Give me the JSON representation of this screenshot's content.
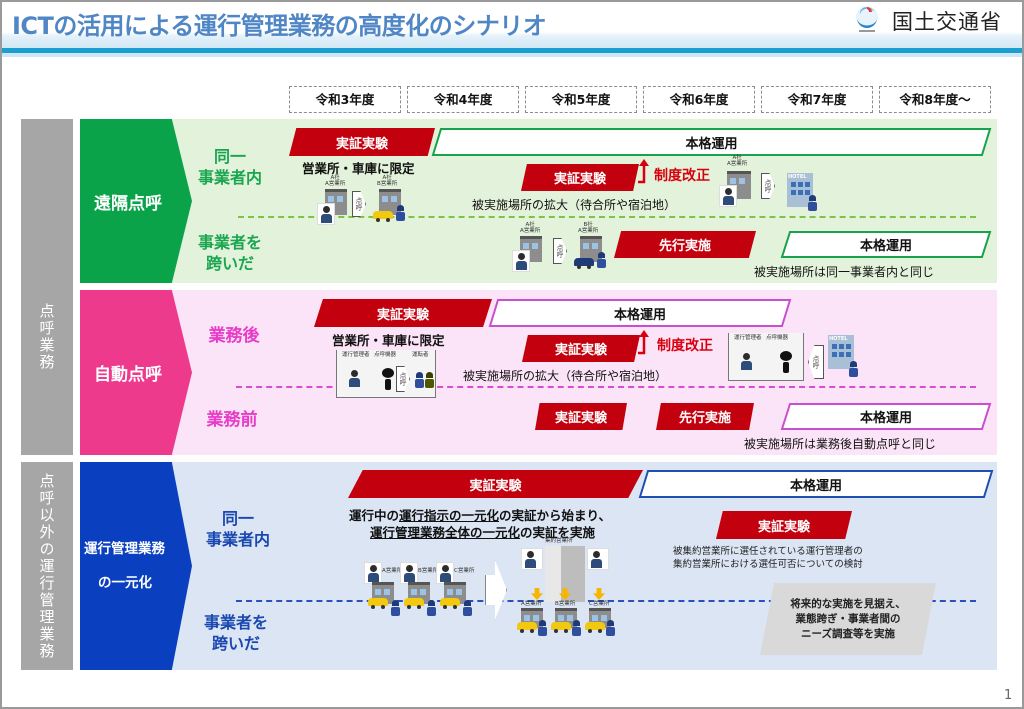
{
  "header": {
    "title": "ICTの活用による運行管理業務の高度化のシナリオ",
    "ministry": "国土交通省",
    "logo_icon": "mlit-logo-icon"
  },
  "years": [
    "令和3年度",
    "令和4年度",
    "令和5年度",
    "令和6年度",
    "令和7年度",
    "令和8年度～"
  ],
  "categories": {
    "tenko": "点呼業務",
    "other_a": "点呼以外の",
    "other_b": "運行管理業務"
  },
  "remote": {
    "label": "遠隔点呼",
    "color": "#0aa34a",
    "sub_same": "同一\n事業者内",
    "sub_same_l1": "同一",
    "sub_same_l2": "事業者内",
    "sub_cross_l1": "事業者を",
    "sub_cross_l2": "跨いだ",
    "same": {
      "trial_tag": "実証実験",
      "trial_note": "営業所・車庫に限定",
      "full_tag": "本格運用",
      "trial2_tag": "実証実験",
      "reform": "制度改正",
      "trial2_note": "被実施場所の拡大（待合所や宿泊地）",
      "ill1": {
        "from_l1": "A社",
        "from_l2": "A営業所",
        "to_l1": "A社",
        "to_l2": "B営業所",
        "arrow": "点呼"
      },
      "ill2": {
        "from_l1": "A社",
        "from_l2": "A営業所",
        "arrow": "点呼",
        "to": "HOTEL"
      }
    },
    "cross": {
      "ill": {
        "from_l1": "A社",
        "from_l2": "A営業所",
        "to_l1": "B社",
        "to_l2": "A営業所",
        "arrow": "点呼"
      },
      "advance_tag": "先行実施",
      "full_tag": "本格運用",
      "full_note": "被実施場所は同一事業者内と同じ"
    }
  },
  "auto": {
    "label": "自動点呼",
    "color": "#ee3a8c",
    "sub_after": "業務後",
    "sub_before": "業務前",
    "after": {
      "trial_tag": "実証実験",
      "trial_note": "営業所・車庫に限定",
      "full_tag": "本格運用",
      "trial2_tag": "実証実験",
      "reform": "制度改正",
      "trial2_note": "被実施場所の拡大（待合所や宿泊地）",
      "ill1": {
        "manager": "運行管理者",
        "device": "点呼機器",
        "driver": "運転者",
        "arrow": "点呼"
      },
      "ill2": {
        "manager": "運行管理者",
        "device": "点呼機器",
        "arrow": "点呼",
        "to": "HOTEL"
      }
    },
    "before": {
      "trial_tag": "実証実験",
      "advance_tag": "先行実施",
      "full_tag": "本格運用",
      "full_note": "被実施場所は業務後自動点呼と同じ"
    }
  },
  "unify": {
    "label_l1": "運行管理業務",
    "label_l2": "の一元化",
    "color": "#0a3fbf",
    "sub_same_l1": "同一",
    "sub_same_l2": "事業者内",
    "sub_cross_l1": "事業者を",
    "sub_cross_l2": "跨いだ",
    "trial_tag": "実証実験",
    "trial_note_l1_a": "運行中の",
    "trial_note_l1_b": "運行指示の一元化",
    "trial_note_l1_c": "の実証から始まり、",
    "trial_note_l2_a": "運行管理業務全体の一元化",
    "trial_note_l2_b": "の実証を実施",
    "full_tag": "本格運用",
    "trial2_tag": "実証実験",
    "trial2_note_l1": "被集約営業所に選任されている運行管理者の",
    "trial2_note_l2": "集約営業所における選任可否についての検討",
    "future_l1": "将来的な実施を見据え、",
    "future_l2": "業態跨ぎ・事業者間の",
    "future_l3": "ニーズ調査等を実施",
    "ill_before": [
      "A営業所",
      "B営業所",
      "C営業所"
    ],
    "ill_hq": "集約営業所",
    "ill_after": [
      "A営業所",
      "B営業所",
      "C営業所"
    ]
  },
  "colors": {
    "trial_red": "#c3000e",
    "reform_red": "#d7000f",
    "title_blue": "#4f86c6",
    "header_line": "#1a9fd0"
  },
  "page_number": "1"
}
